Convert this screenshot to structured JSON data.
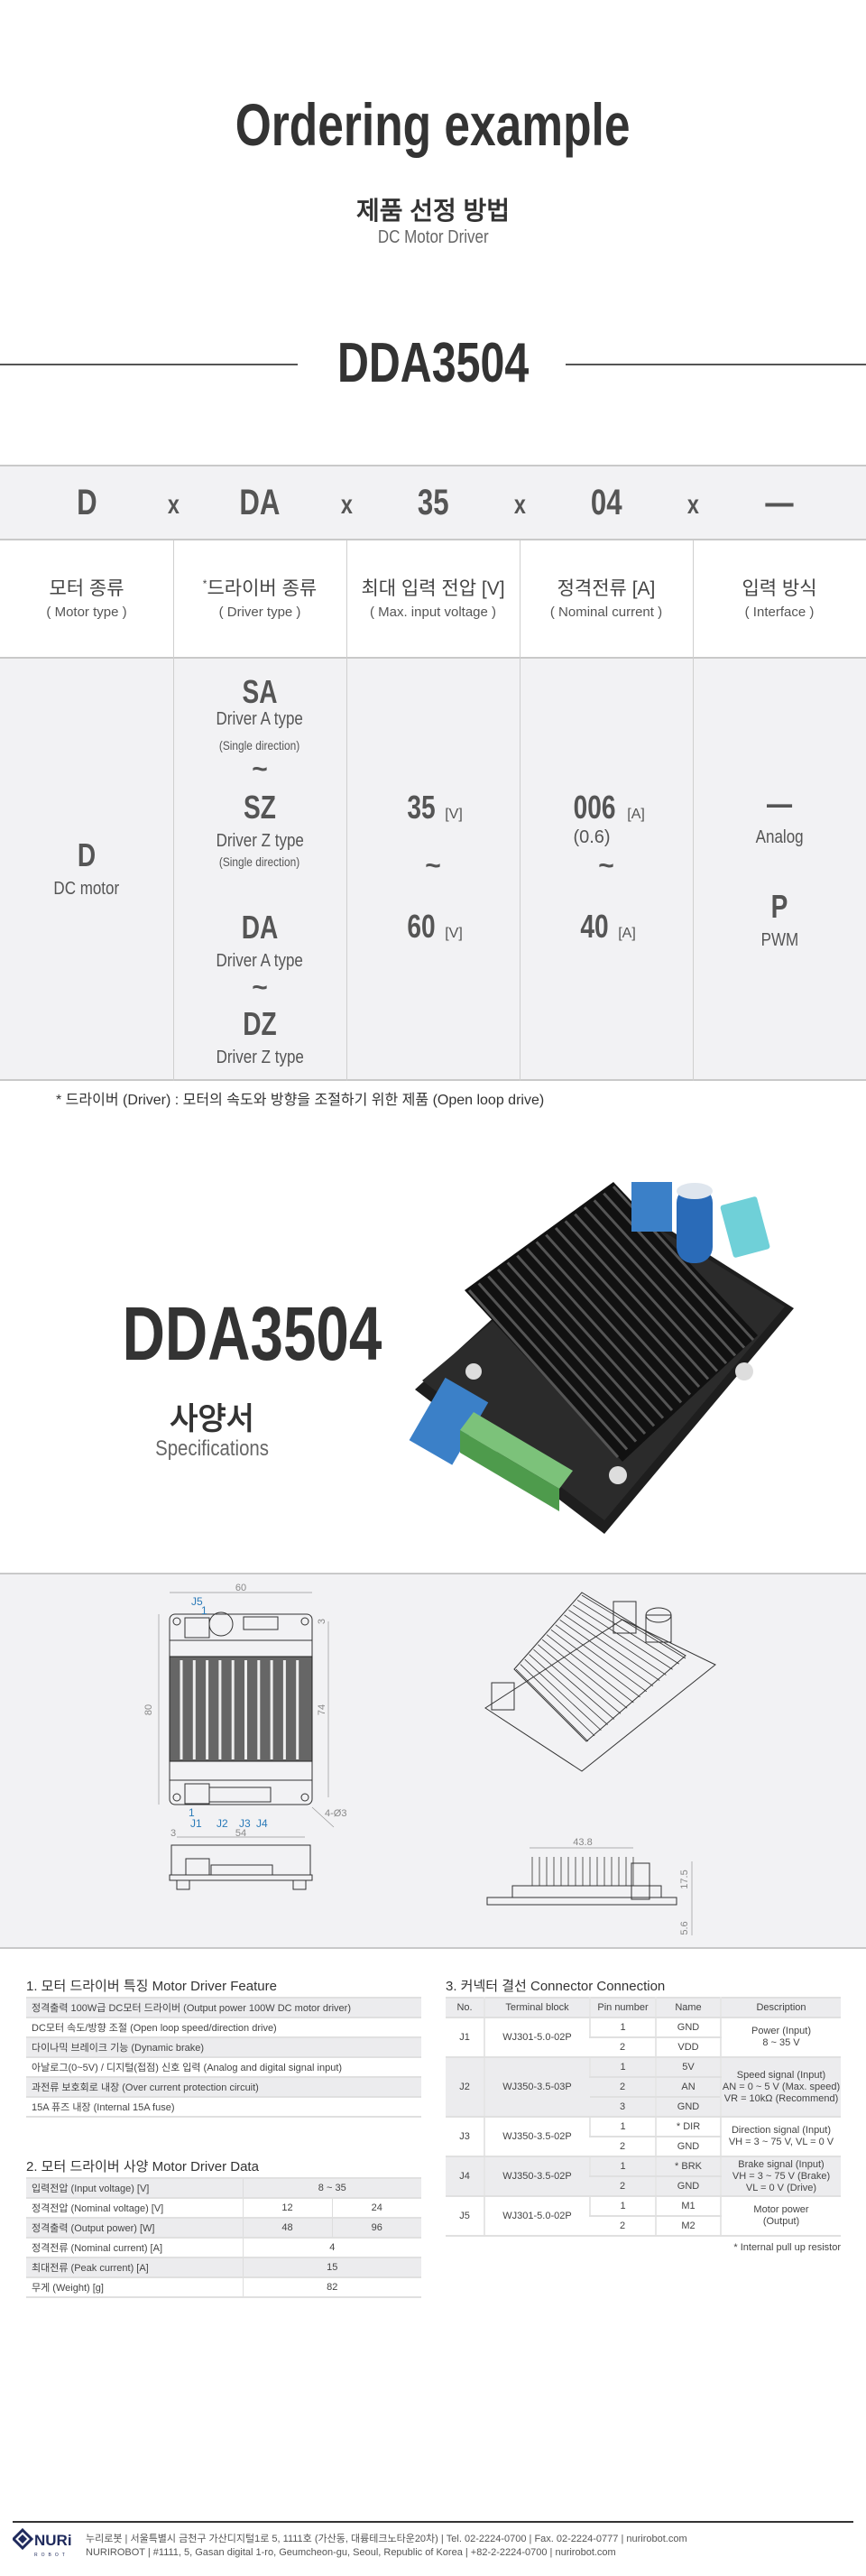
{
  "header": {
    "title": "Ordering example",
    "subtitle_ko": "제품 선정 방법",
    "subtitle_en": "DC Motor Driver",
    "model": "DDA3504"
  },
  "order": {
    "codes": [
      "D",
      "DA",
      "35",
      "04",
      "—"
    ],
    "separator": "x",
    "headers": [
      {
        "ko": "모터 종류",
        "en": "( Motor type )"
      },
      {
        "ko": "드라이버 종류",
        "en": "( Driver type )",
        "mark": "*"
      },
      {
        "ko": "최대 입력 전압 [V]",
        "en": "( Max. input voltage )"
      },
      {
        "ko": "정격전류 [A]",
        "en": "( Nominal current )"
      },
      {
        "ko": "입력 방식",
        "en": "( Interface )"
      }
    ],
    "motor": {
      "code": "D",
      "label": "DC motor"
    },
    "driver": {
      "sa": "SA",
      "sa_label": "Driver A type",
      "sa_note": "(Single direction)",
      "tilde": "~",
      "sz": "SZ",
      "sz_label": "Driver Z type",
      "sz_note": "(Single direction)",
      "da": "DA",
      "da_label": "Driver A type",
      "dz": "DZ",
      "dz_label": "Driver Z type"
    },
    "voltage": {
      "min": "35",
      "max": "60",
      "unit": "[V]"
    },
    "current": {
      "min": "006",
      "min_note": "(0.6)",
      "max": "40",
      "unit": "[A]"
    },
    "interface": {
      "analog_code": "—",
      "analog": "Analog",
      "pwm_code": "P",
      "pwm": "PWM"
    },
    "footnote": "* 드라이버 (Driver) : 모터의 속도와 방향을 조절하기 위한 제품 (Open loop drive)"
  },
  "product": {
    "model": "DDA3504",
    "title_ko": "사양서",
    "title_en": "Specifications"
  },
  "drawing": {
    "dims": {
      "width": "60",
      "height": "80",
      "inner_height": "74",
      "top_margin": "3",
      "left_margin": "3",
      "hole_span": "54",
      "holes": "4-Ø3",
      "fin_width": "43.8",
      "height_top": "17.5",
      "height_bottom": "5.6"
    },
    "labels": {
      "j5": "J5",
      "j5_pin": "1",
      "j1_pin": "1",
      "j1": "J1",
      "j2": "J2",
      "j3": "J3",
      "j4": "J4"
    },
    "label_color": "#2a7ab8"
  },
  "features": {
    "title": "1. 모터 드라이버 특징 Motor Driver Feature",
    "items": [
      "정격출력 100W급 DC모터 드라이버 (Output power 100W DC motor driver)",
      "DC모터 속도/방향 조절 (Open loop speed/direction drive)",
      "다이나믹 브레이크 기능 (Dynamic brake)",
      "아날로그(0~5V) / 디지털(접점) 신호 입력 (Analog and digital signal input)",
      "과전류 보호회로 내장 (Over current protection circuit)",
      "15A 퓨즈 내장 (Internal 15A fuse)"
    ]
  },
  "specs": {
    "title": "2. 모터 드라이버 사양 Motor Driver Data",
    "rows": [
      {
        "label": "입력전압 (Input voltage)  [V]",
        "values": [
          "8 ~ 35"
        ]
      },
      {
        "label": "정격전압 (Nominal voltage)  [V]",
        "values": [
          "12",
          "24"
        ]
      },
      {
        "label": "정격출력 (Output power)  [W]",
        "values": [
          "48",
          "96"
        ]
      },
      {
        "label": "정격전류 (Nominal current)  [A]",
        "values": [
          "4"
        ]
      },
      {
        "label": "최대전류 (Peak current)  [A]",
        "values": [
          "15"
        ]
      },
      {
        "label": "무게 (Weight)  [g]",
        "values": [
          "82"
        ]
      }
    ]
  },
  "connector": {
    "title": "3. 커넥터 결선 Connector Connection",
    "columns": [
      "No.",
      "Terminal block",
      "Pin number",
      "Name",
      "Description"
    ],
    "groups": [
      {
        "no": "J1",
        "block": "WJ301-5.0-02P",
        "pins": [
          [
            "1",
            "GND"
          ],
          [
            "2",
            "VDD"
          ]
        ],
        "desc": [
          "Power (Input)",
          "8 ~ 35 V"
        ]
      },
      {
        "no": "J2",
        "block": "WJ350-3.5-03P",
        "pins": [
          [
            "1",
            "5V"
          ],
          [
            "2",
            "AN"
          ],
          [
            "3",
            "GND"
          ]
        ],
        "desc": [
          "Speed signal (Input)",
          "AN = 0 ~ 5 V (Max. speed)",
          "VR = 10kΩ  (Recommend)"
        ]
      },
      {
        "no": "J3",
        "block": "WJ350-3.5-02P",
        "pins": [
          [
            "1",
            "* DIR"
          ],
          [
            "2",
            "GND"
          ]
        ],
        "desc": [
          "Direction signal (Input)",
          "VH = 3 ~ 75 V, VL = 0 V"
        ]
      },
      {
        "no": "J4",
        "block": "WJ350-3.5-02P",
        "pins": [
          [
            "1",
            "* BRK"
          ],
          [
            "2",
            "GND"
          ]
        ],
        "desc": [
          "Brake signal (Input)",
          "VH = 3 ~ 75 V (Brake)",
          "VL = 0 V (Drive)"
        ]
      },
      {
        "no": "J5",
        "block": "WJ301-5.0-02P",
        "pins": [
          [
            "1",
            "M1"
          ],
          [
            "2",
            "M2"
          ]
        ],
        "desc": [
          "Motor power",
          "(Output)"
        ]
      }
    ],
    "note": "* Internal pull up resistor"
  },
  "footer": {
    "logo": "NURi ROBOT",
    "line_ko": "누리로봇 | 서울특별시 금천구 가산디지털1로 5, 1111호 (가산동, 대륭테크노타운20차) | Tel. 02-2224-0700 | Fax. 02-2224-0777 | nurirobot.com",
    "line_en": "NURIROBOT | #1111, 5, Gasan digital 1-ro, Geumcheon-gu, Seoul, Republic of Korea | +82-2-2224-0700 | nurirobot.com",
    "brand_color": "#1f2a5c"
  }
}
